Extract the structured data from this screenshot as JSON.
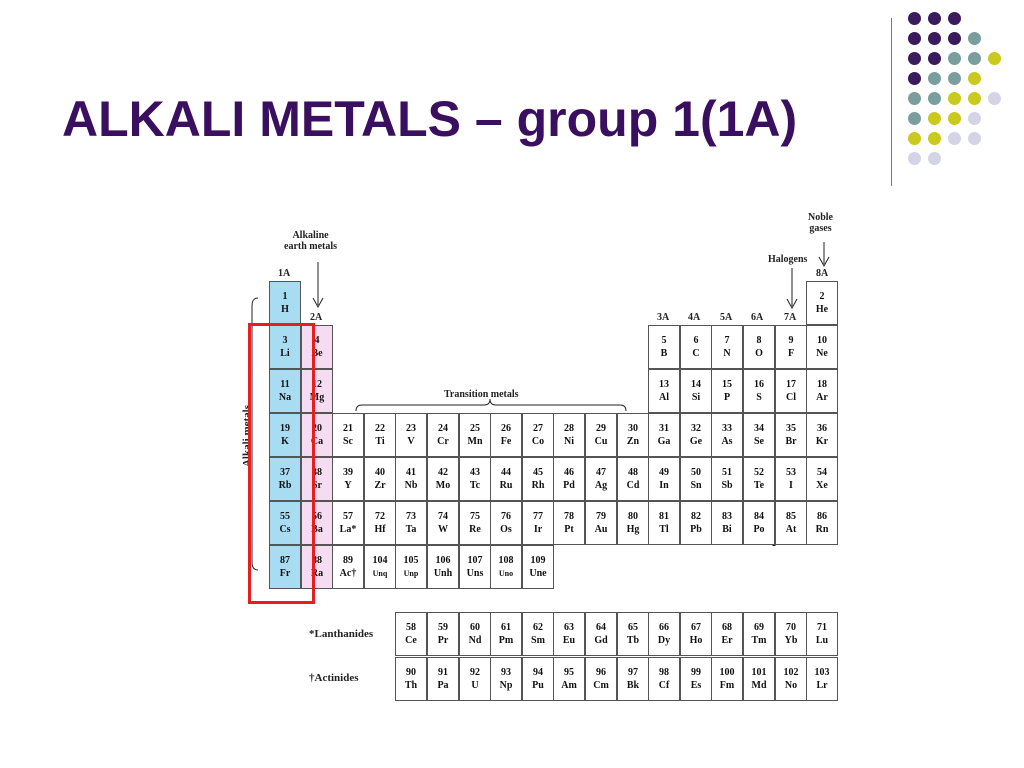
{
  "slide": {
    "title": "ALKALI METALS – group 1(1A)",
    "colors": {
      "title": "#3a0f5f",
      "highlight": "#e81e1e",
      "alkali_fill": "#a8dcf2",
      "alkaline_earth_fill": "#f6dcf2"
    }
  },
  "decor_dots": [
    [
      "#3a1b5e",
      "#3a1b5e",
      "#3a1b5e"
    ],
    [
      "#3a1b5e",
      "#3a1b5e",
      "#3a1b5e",
      "#7a9e9e"
    ],
    [
      "#3a1b5e",
      "#3a1b5e",
      "#7a9e9e",
      "#7a9e9e",
      "#c9c91e"
    ],
    [
      "#3a1b5e",
      "#7a9e9e",
      "#7a9e9e",
      "#c9c91e"
    ],
    [
      "#7a9e9e",
      "#7a9e9e",
      "#c9c91e",
      "#c9c91e",
      "#d4d4e6"
    ],
    [
      "#7a9e9e",
      "#c9c91e",
      "#c9c91e",
      "#d4d4e6"
    ],
    [
      "#c9c91e",
      "#c9c91e",
      "#d4d4e6",
      "#d4d4e6"
    ],
    [
      "#d4d4e6",
      "#d4d4e6"
    ]
  ],
  "labels": {
    "alkaline_earth": [
      "Alkaline",
      "earth  metals"
    ],
    "noble": [
      "Noble",
      "gases"
    ],
    "halogens": "Halogens",
    "transition": "Transition  metals",
    "alkali_vertical": "Alkali metals",
    "lanthanides": "*Lanthanides",
    "actinides": "†Actinides",
    "groups": {
      "1A": "1A",
      "2A": "2A",
      "3A": "3A",
      "4A": "4A",
      "5A": "5A",
      "6A": "6A",
      "7A": "7A",
      "8A": "8A"
    }
  },
  "elements": [
    {
      "z": "1",
      "s": "H",
      "col": 0,
      "row": 0,
      "cls": "alk"
    },
    {
      "z": "2",
      "s": "He",
      "col": 17,
      "row": 0
    },
    {
      "z": "3",
      "s": "Li",
      "col": 0,
      "row": 1,
      "cls": "alk"
    },
    {
      "z": "4",
      "s": "Be",
      "col": 1,
      "row": 1,
      "cls": "ae"
    },
    {
      "z": "5",
      "s": "B",
      "col": 12,
      "row": 1
    },
    {
      "z": "6",
      "s": "C",
      "col": 13,
      "row": 1
    },
    {
      "z": "7",
      "s": "N",
      "col": 14,
      "row": 1
    },
    {
      "z": "8",
      "s": "O",
      "col": 15,
      "row": 1
    },
    {
      "z": "9",
      "s": "F",
      "col": 16,
      "row": 1
    },
    {
      "z": "10",
      "s": "Ne",
      "col": 17,
      "row": 1
    },
    {
      "z": "11",
      "s": "Na",
      "col": 0,
      "row": 2,
      "cls": "alk"
    },
    {
      "z": "12",
      "s": "Mg",
      "col": 1,
      "row": 2,
      "cls": "ae"
    },
    {
      "z": "13",
      "s": "Al",
      "col": 12,
      "row": 2
    },
    {
      "z": "14",
      "s": "Si",
      "col": 13,
      "row": 2
    },
    {
      "z": "15",
      "s": "P",
      "col": 14,
      "row": 2
    },
    {
      "z": "16",
      "s": "S",
      "col": 15,
      "row": 2
    },
    {
      "z": "17",
      "s": "Cl",
      "col": 16,
      "row": 2
    },
    {
      "z": "18",
      "s": "Ar",
      "col": 17,
      "row": 2
    },
    {
      "z": "19",
      "s": "K",
      "col": 0,
      "row": 3,
      "cls": "alk"
    },
    {
      "z": "20",
      "s": "Ca",
      "col": 1,
      "row": 3,
      "cls": "ae"
    },
    {
      "z": "21",
      "s": "Sc",
      "col": 2,
      "row": 3
    },
    {
      "z": "22",
      "s": "Ti",
      "col": 3,
      "row": 3
    },
    {
      "z": "23",
      "s": "V",
      "col": 4,
      "row": 3
    },
    {
      "z": "24",
      "s": "Cr",
      "col": 5,
      "row": 3
    },
    {
      "z": "25",
      "s": "Mn",
      "col": 6,
      "row": 3
    },
    {
      "z": "26",
      "s": "Fe",
      "col": 7,
      "row": 3
    },
    {
      "z": "27",
      "s": "Co",
      "col": 8,
      "row": 3
    },
    {
      "z": "28",
      "s": "Ni",
      "col": 9,
      "row": 3
    },
    {
      "z": "29",
      "s": "Cu",
      "col": 10,
      "row": 3
    },
    {
      "z": "30",
      "s": "Zn",
      "col": 11,
      "row": 3
    },
    {
      "z": "31",
      "s": "Ga",
      "col": 12,
      "row": 3
    },
    {
      "z": "32",
      "s": "Ge",
      "col": 13,
      "row": 3
    },
    {
      "z": "33",
      "s": "As",
      "col": 14,
      "row": 3
    },
    {
      "z": "34",
      "s": "Se",
      "col": 15,
      "row": 3
    },
    {
      "z": "35",
      "s": "Br",
      "col": 16,
      "row": 3
    },
    {
      "z": "36",
      "s": "Kr",
      "col": 17,
      "row": 3
    },
    {
      "z": "37",
      "s": "Rb",
      "col": 0,
      "row": 4,
      "cls": "alk"
    },
    {
      "z": "38",
      "s": "Sr",
      "col": 1,
      "row": 4,
      "cls": "ae"
    },
    {
      "z": "39",
      "s": "Y",
      "col": 2,
      "row": 4
    },
    {
      "z": "40",
      "s": "Zr",
      "col": 3,
      "row": 4
    },
    {
      "z": "41",
      "s": "Nb",
      "col": 4,
      "row": 4
    },
    {
      "z": "42",
      "s": "Mo",
      "col": 5,
      "row": 4
    },
    {
      "z": "43",
      "s": "Tc",
      "col": 6,
      "row": 4
    },
    {
      "z": "44",
      "s": "Ru",
      "col": 7,
      "row": 4
    },
    {
      "z": "45",
      "s": "Rh",
      "col": 8,
      "row": 4
    },
    {
      "z": "46",
      "s": "Pd",
      "col": 9,
      "row": 4
    },
    {
      "z": "47",
      "s": "Ag",
      "col": 10,
      "row": 4
    },
    {
      "z": "48",
      "s": "Cd",
      "col": 11,
      "row": 4
    },
    {
      "z": "49",
      "s": "In",
      "col": 12,
      "row": 4
    },
    {
      "z": "50",
      "s": "Sn",
      "col": 13,
      "row": 4
    },
    {
      "z": "51",
      "s": "Sb",
      "col": 14,
      "row": 4
    },
    {
      "z": "52",
      "s": "Te",
      "col": 15,
      "row": 4
    },
    {
      "z": "53",
      "s": "I",
      "col": 16,
      "row": 4
    },
    {
      "z": "54",
      "s": "Xe",
      "col": 17,
      "row": 4
    },
    {
      "z": "55",
      "s": "Cs",
      "col": 0,
      "row": 5,
      "cls": "alk"
    },
    {
      "z": "56",
      "s": "Ba",
      "col": 1,
      "row": 5,
      "cls": "ae"
    },
    {
      "z": "57",
      "s": "La*",
      "col": 2,
      "row": 5
    },
    {
      "z": "72",
      "s": "Hf",
      "col": 3,
      "row": 5
    },
    {
      "z": "73",
      "s": "Ta",
      "col": 4,
      "row": 5
    },
    {
      "z": "74",
      "s": "W",
      "col": 5,
      "row": 5
    },
    {
      "z": "75",
      "s": "Re",
      "col": 6,
      "row": 5
    },
    {
      "z": "76",
      "s": "Os",
      "col": 7,
      "row": 5
    },
    {
      "z": "77",
      "s": "Ir",
      "col": 8,
      "row": 5
    },
    {
      "z": "78",
      "s": "Pt",
      "col": 9,
      "row": 5
    },
    {
      "z": "79",
      "s": "Au",
      "col": 10,
      "row": 5
    },
    {
      "z": "80",
      "s": "Hg",
      "col": 11,
      "row": 5
    },
    {
      "z": "81",
      "s": "Tl",
      "col": 12,
      "row": 5
    },
    {
      "z": "82",
      "s": "Pb",
      "col": 13,
      "row": 5
    },
    {
      "z": "83",
      "s": "Bi",
      "col": 14,
      "row": 5
    },
    {
      "z": "84",
      "s": "Po",
      "col": 15,
      "row": 5
    },
    {
      "z": "85",
      "s": "At",
      "col": 16,
      "row": 5
    },
    {
      "z": "86",
      "s": "Rn",
      "col": 17,
      "row": 5
    },
    {
      "z": "87",
      "s": "Fr",
      "col": 0,
      "row": 6,
      "cls": "alk"
    },
    {
      "z": "88",
      "s": "Ra",
      "col": 1,
      "row": 6,
      "cls": "ae"
    },
    {
      "z": "89",
      "s": "Ac†",
      "col": 2,
      "row": 6
    },
    {
      "z": "104",
      "s": "Unq",
      "col": 3,
      "row": 6,
      "small": true
    },
    {
      "z": "105",
      "s": "Unp",
      "col": 4,
      "row": 6,
      "small": true
    },
    {
      "z": "106",
      "s": "Unh",
      "col": 5,
      "row": 6
    },
    {
      "z": "107",
      "s": "Uns",
      "col": 6,
      "row": 6
    },
    {
      "z": "108",
      "s": "Uno",
      "col": 7,
      "row": 6,
      "small": true
    },
    {
      "z": "109",
      "s": "Une",
      "col": 8,
      "row": 6
    },
    {
      "z": "58",
      "s": "Ce",
      "col": 4,
      "row": 8
    },
    {
      "z": "59",
      "s": "Pr",
      "col": 5,
      "row": 8
    },
    {
      "z": "60",
      "s": "Nd",
      "col": 6,
      "row": 8
    },
    {
      "z": "61",
      "s": "Pm",
      "col": 7,
      "row": 8
    },
    {
      "z": "62",
      "s": "Sm",
      "col": 8,
      "row": 8
    },
    {
      "z": "63",
      "s": "Eu",
      "col": 9,
      "row": 8
    },
    {
      "z": "64",
      "s": "Gd",
      "col": 10,
      "row": 8
    },
    {
      "z": "65",
      "s": "Tb",
      "col": 11,
      "row": 8
    },
    {
      "z": "66",
      "s": "Dy",
      "col": 12,
      "row": 8
    },
    {
      "z": "67",
      "s": "Ho",
      "col": 13,
      "row": 8
    },
    {
      "z": "68",
      "s": "Er",
      "col": 14,
      "row": 8
    },
    {
      "z": "69",
      "s": "Tm",
      "col": 15,
      "row": 8
    },
    {
      "z": "70",
      "s": "Yb",
      "col": 16,
      "row": 8
    },
    {
      "z": "71",
      "s": "Lu",
      "col": 17,
      "row": 8
    },
    {
      "z": "90",
      "s": "Th",
      "col": 4,
      "row": 9
    },
    {
      "z": "91",
      "s": "Pa",
      "col": 5,
      "row": 9
    },
    {
      "z": "92",
      "s": "U",
      "col": 6,
      "row": 9
    },
    {
      "z": "93",
      "s": "Np",
      "col": 7,
      "row": 9
    },
    {
      "z": "94",
      "s": "Pu",
      "col": 8,
      "row": 9
    },
    {
      "z": "95",
      "s": "Am",
      "col": 9,
      "row": 9
    },
    {
      "z": "96",
      "s": "Cm",
      "col": 10,
      "row": 9
    },
    {
      "z": "97",
      "s": "Bk",
      "col": 11,
      "row": 9
    },
    {
      "z": "98",
      "s": "Cf",
      "col": 12,
      "row": 9
    },
    {
      "z": "99",
      "s": "Es",
      "col": 13,
      "row": 9
    },
    {
      "z": "100",
      "s": "Fm",
      "col": 14,
      "row": 9
    },
    {
      "z": "101",
      "s": "Md",
      "col": 15,
      "row": 9
    },
    {
      "z": "102",
      "s": "No",
      "col": 16,
      "row": 9
    },
    {
      "z": "103",
      "s": "Lr",
      "col": 17,
      "row": 9
    }
  ]
}
